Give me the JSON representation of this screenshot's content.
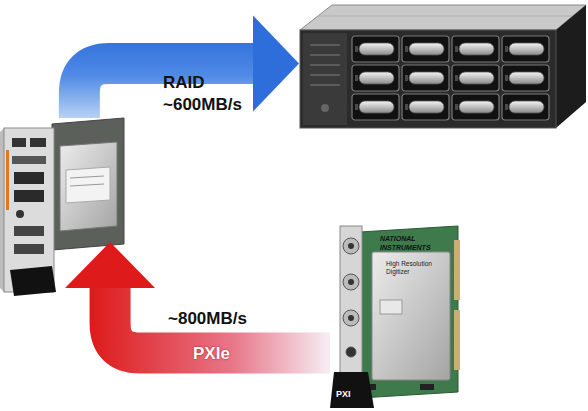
{
  "diagram": {
    "nodes": [
      {
        "text": []
      },
      {
        "text": []
      },
      {
        "text": [
          "NATIONAL INSTRUMENTS",
          "High Resolution Digitizer",
          "PXI"
        ]
      }
    ],
    "edges": [
      {
        "from": 1,
        "to": 0,
        "arrow": "to",
        "label": "RAID ~600MB/s"
      },
      {
        "from": 2,
        "to": 1,
        "arrow": "to",
        "label": "~800MB/s"
      }
    ],
    "labels": [
      "PXIe"
    ]
  }
}
